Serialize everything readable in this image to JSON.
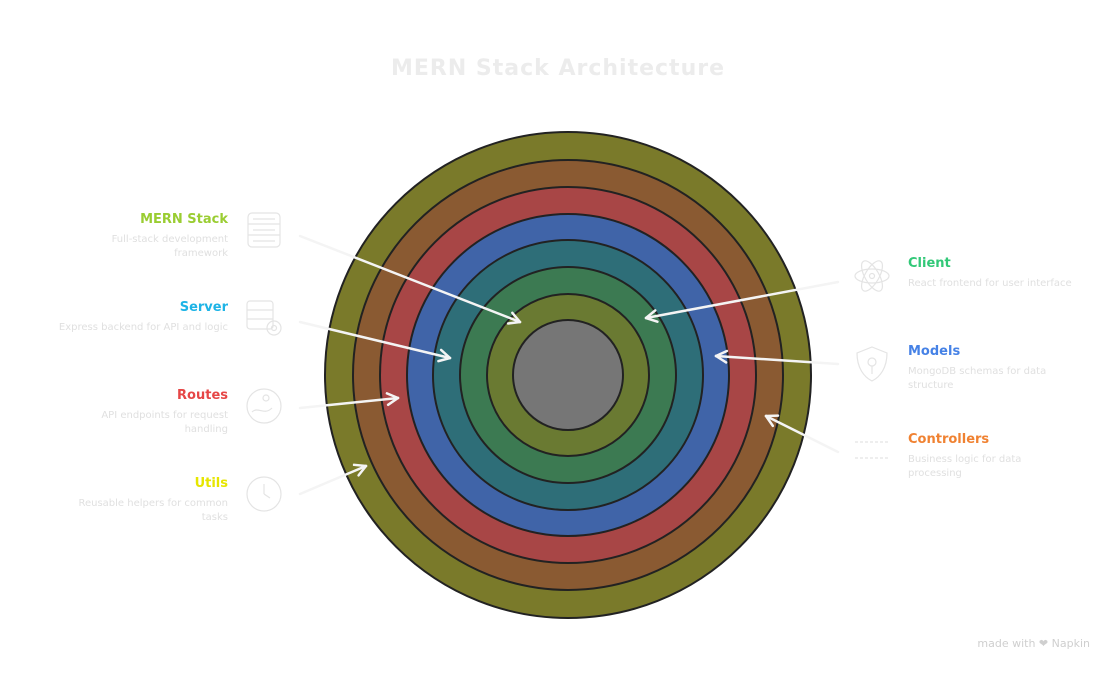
{
  "title": "MERN Stack Architecture",
  "footer": "made with ❤ Napkin",
  "layers": [
    {
      "name": "MERN Stack",
      "description": "Full-stack development framework",
      "color": "#9acd32",
      "ring_color": "#7a7a2a",
      "icon": "database-icon",
      "side": "left"
    },
    {
      "name": "Server",
      "description": "Express backend for API and logic",
      "color": "#1eb4e6",
      "ring_color": "#8a5a32",
      "icon": "server-gear-icon",
      "side": "left"
    },
    {
      "name": "Routes",
      "description": "API endpoints for request handling",
      "color": "#e64646",
      "ring_color": "#a84646",
      "icon": "route-icon",
      "side": "left"
    },
    {
      "name": "Utils",
      "description": "Reusable helpers for common tasks",
      "color": "#e6e600",
      "ring_color": "#4064a8",
      "icon": "clock-icon",
      "side": "left"
    },
    {
      "name": "Client",
      "description": "React frontend for user interface",
      "color": "#32c878",
      "ring_color": "#2e6e78",
      "icon": "react-icon",
      "side": "right"
    },
    {
      "name": "Models",
      "description": "MongoDB schemas for data structure",
      "color": "#4682e6",
      "ring_color": "#3c7a52",
      "icon": "shield-icon",
      "side": "right"
    },
    {
      "name": "Controllers",
      "description": "Business logic for data processing",
      "color": "#f08232",
      "ring_color": "#6a7a32",
      "icon": "code-icon",
      "side": "right"
    }
  ],
  "center_color": "#767676"
}
